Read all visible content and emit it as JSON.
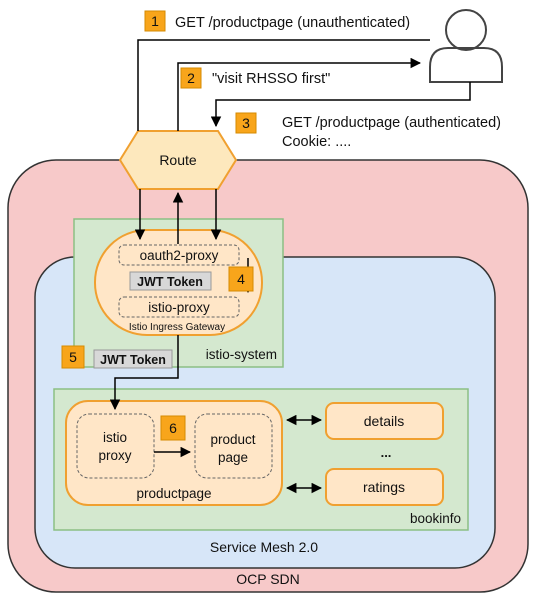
{
  "steps": [
    {
      "badge": "1",
      "text": "GET /productpage (unauthenticated)"
    },
    {
      "badge": "2",
      "text": "\"visit RHSSO first\""
    },
    {
      "badge": "3",
      "line1": "GET /productpage (authenticated)",
      "line2": "Cookie: ...."
    },
    {
      "badge": "4"
    },
    {
      "badge": "5"
    },
    {
      "badge": "6"
    }
  ],
  "nodes": {
    "route": "Route",
    "oauth2_proxy": "oauth2-proxy",
    "istio_proxy_gateway": "istio-proxy",
    "ingress_gateway": "Istio Ingress Gateway",
    "istio_system": "istio-system",
    "jwt_token_4": "JWT Token",
    "jwt_token_5": "JWT Token",
    "sidecar_line1": "istio",
    "sidecar_line2": "proxy",
    "app_line1": "product",
    "app_line2": "page",
    "productpage": "productpage",
    "details": "details",
    "ellipsis": "...",
    "ratings": "ratings",
    "bookinfo": "bookinfo",
    "service_mesh": "Service Mesh 2.0",
    "ocp_sdn": "OCP SDN"
  },
  "colors": {
    "badge_fill": "#f8a51b",
    "badge_stroke": "#d68a00",
    "ocp_fill": "#f7c9c9",
    "mesh_fill": "#d7e6f8",
    "namespace_fill": "#d4e8cf",
    "pod_fill": "#ffe6c7",
    "pod_stroke": "#f0a030",
    "route_fill": "#fde8bd",
    "token_fill": "#d8d8d8"
  }
}
